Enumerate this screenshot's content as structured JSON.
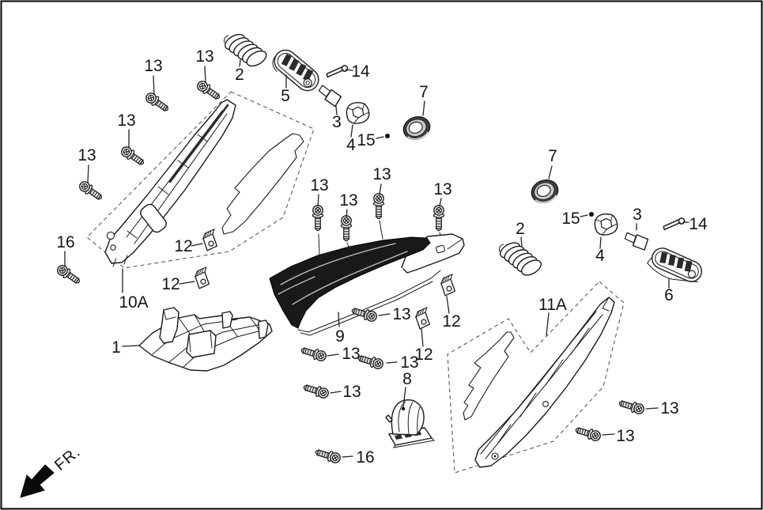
{
  "diagram": {
    "description": "Exploded parts diagram of floor panel and side cover assembly",
    "fr_label": "FR.",
    "colors": {
      "ink": "#1a1a1a",
      "background": "#ffffff",
      "mat_fill": "#191919",
      "dashed_outline": "#5a5a5a"
    },
    "labels": [
      {
        "text": "13"
      },
      {
        "text": "13"
      },
      {
        "text": "2"
      },
      {
        "text": "5"
      },
      {
        "text": "14"
      },
      {
        "text": "3"
      },
      {
        "text": "4"
      },
      {
        "text": "15"
      },
      {
        "text": "13"
      },
      {
        "text": "13"
      },
      {
        "text": "16"
      },
      {
        "text": "10A"
      },
      {
        "text": "12"
      },
      {
        "text": "12"
      },
      {
        "text": "1"
      },
      {
        "text": "13"
      },
      {
        "text": "13"
      },
      {
        "text": "13"
      },
      {
        "text": "13"
      },
      {
        "text": "7"
      },
      {
        "text": "7"
      },
      {
        "text": "9"
      },
      {
        "text": "13"
      },
      {
        "text": "12"
      },
      {
        "text": "12"
      },
      {
        "text": "13"
      },
      {
        "text": "13"
      },
      {
        "text": "13"
      },
      {
        "text": "16"
      },
      {
        "text": "8"
      },
      {
        "text": "11A"
      },
      {
        "text": "6"
      },
      {
        "text": "2"
      },
      {
        "text": "15"
      },
      {
        "text": "4"
      },
      {
        "text": "3"
      },
      {
        "text": "14"
      },
      {
        "text": "13"
      },
      {
        "text": "13"
      }
    ]
  }
}
